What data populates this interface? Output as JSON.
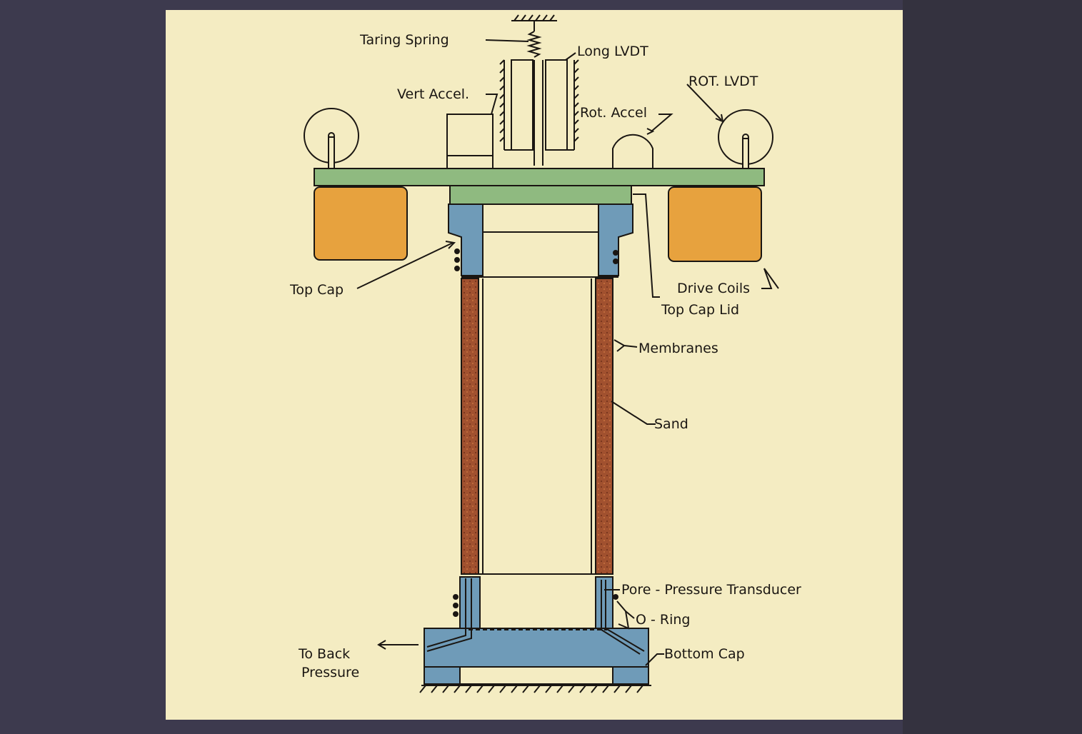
{
  "diagram": {
    "labels": {
      "taring_spring": "Taring Spring",
      "long_lvdt": "Long LVDT",
      "vert_accel": "Vert Accel.",
      "rot_lvdt": "ROT. LVDT",
      "rot_accel": "Rot. Accel",
      "top_cap": "Top Cap",
      "drive_coils": "Drive Coils",
      "top_cap_lid": "Top Cap Lid",
      "membranes": "Membranes",
      "sand": "Sand",
      "pore_pressure_transducer": "Pore - Pressure Transducer",
      "o_ring": "O - Ring",
      "to_back": "To Back",
      "pressure": "Pressure",
      "bottom_cap": "Bottom Cap"
    },
    "colors": {
      "background": "#3d3a4e",
      "paper": "#f4ecc2",
      "green_plate": "#8fba80",
      "orange_coils": "#e7a23e",
      "blue_caps": "#6f9bb8",
      "brown_sand": "#a1512f",
      "ink": "#1a1612"
    }
  }
}
